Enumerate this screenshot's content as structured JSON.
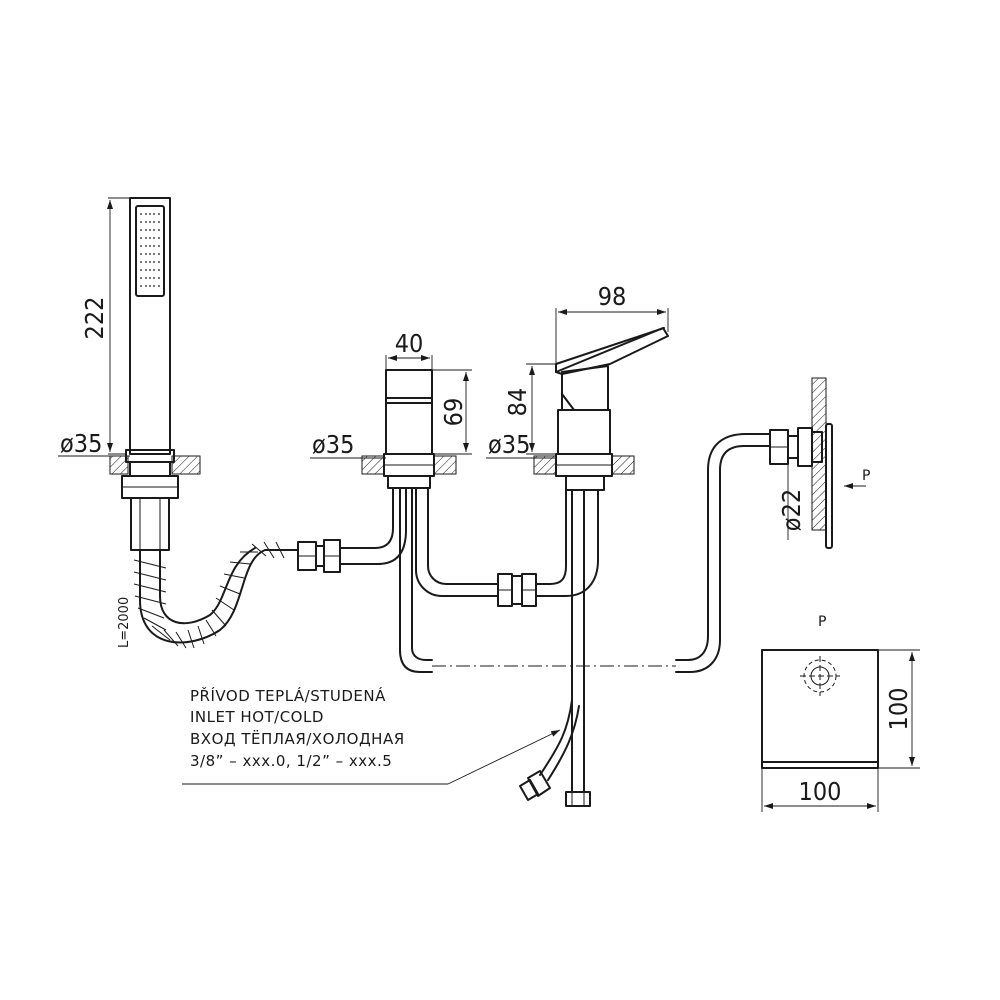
{
  "dimensions": {
    "shower_height": "222",
    "shower_diameter": "ø35",
    "hose_length": "L=2000",
    "diverter_width": "40",
    "diverter_height": "69",
    "diverter_diameter": "ø35",
    "mixer_width": "98",
    "mixer_height": "84",
    "mixer_diameter": "ø35",
    "wall_diameter": "ø22",
    "plate_width": "100",
    "plate_height": "100"
  },
  "labels": {
    "view_arrow": "P",
    "view_title": "P"
  },
  "inlet_note": {
    "line_cz": "PŘÍVOD TEPLÁ/STUDENÁ",
    "line_en": "INLET HOT/COLD",
    "line_ru": "ВХОД ТЁПЛАЯ/ХОЛОДНАЯ",
    "line_sizes": "3/8”  –  xxx.0,  1/2”  –  xxx.5"
  }
}
